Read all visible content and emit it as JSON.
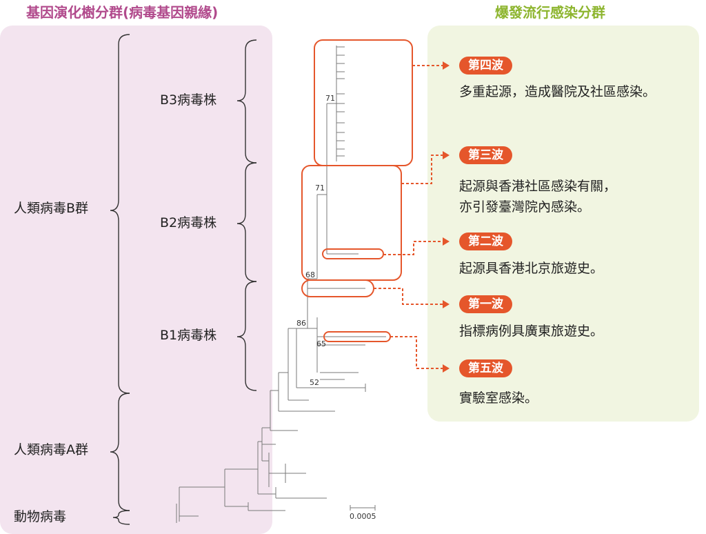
{
  "headers": {
    "left": "基因演化樹分群(病毒基因親緣)",
    "right": "爆發流行感染分群"
  },
  "groups": {
    "human_b": "人類病毒B群",
    "human_a": "人類病毒A群",
    "animal": "動物病毒"
  },
  "strains": {
    "b3": "B3病毒株",
    "b2": "B2病毒株",
    "b1": "B1病毒株"
  },
  "bootstrap": {
    "b3": "71",
    "b2": "71",
    "n68": "68",
    "n86": "86",
    "n65": "65",
    "n52": "52"
  },
  "scale_bar": "0.0005",
  "waves": [
    {
      "badge": "第四波",
      "lines": [
        "多重起源，造成醫院及社區感染。"
      ]
    },
    {
      "badge": "第三波",
      "lines": [
        "起源與香港社區感染有關，",
        "亦引發臺灣院內感染。"
      ]
    },
    {
      "badge": "第二波",
      "lines": [
        "起源具香港北京旅遊史。"
      ]
    },
    {
      "badge": "第一波",
      "lines": [
        "指標病例具廣東旅遊史。"
      ]
    },
    {
      "badge": "第五波",
      "lines": [
        "實驗室感染。"
      ]
    }
  ],
  "colors": {
    "accent_orange": "#e5562b",
    "left_panel_bg": "#f3e4ef",
    "right_panel_bg": "#f1f5e1",
    "left_header": "#b14a8c",
    "right_header": "#8db52e"
  }
}
